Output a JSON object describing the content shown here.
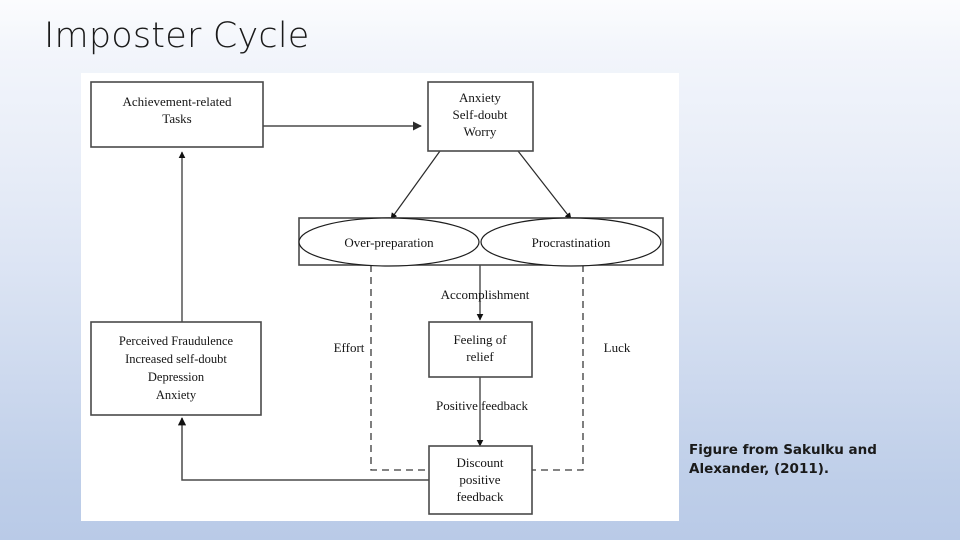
{
  "slide": {
    "title": "Imposter Cycle",
    "caption": "Figure from Sakulku and Alexander, (2011)."
  },
  "diagram": {
    "nodes": {
      "achievement": {
        "lines": [
          "Achievement-related",
          "Tasks"
        ]
      },
      "anxiety": {
        "lines": [
          "Anxiety",
          "Self-doubt",
          "Worry"
        ]
      },
      "over_preparation": {
        "lines": [
          "Over-preparation"
        ]
      },
      "procrastination": {
        "lines": [
          "Procrastination"
        ]
      },
      "perceived_fraudulence": {
        "lines": [
          "Perceived Fraudulence",
          "Increased self-doubt",
          "Depression",
          "Anxiety"
        ]
      },
      "feeling_of_relief": {
        "lines": [
          "Feeling of",
          "relief"
        ]
      },
      "discount_positive_feedback": {
        "lines": [
          "Discount",
          "positive",
          "feedback"
        ]
      }
    },
    "edge_labels": {
      "effort": "Effort",
      "luck": "Luck",
      "accomplishment": "Accomplishment",
      "positive_feedback": "Positive feedback"
    }
  }
}
